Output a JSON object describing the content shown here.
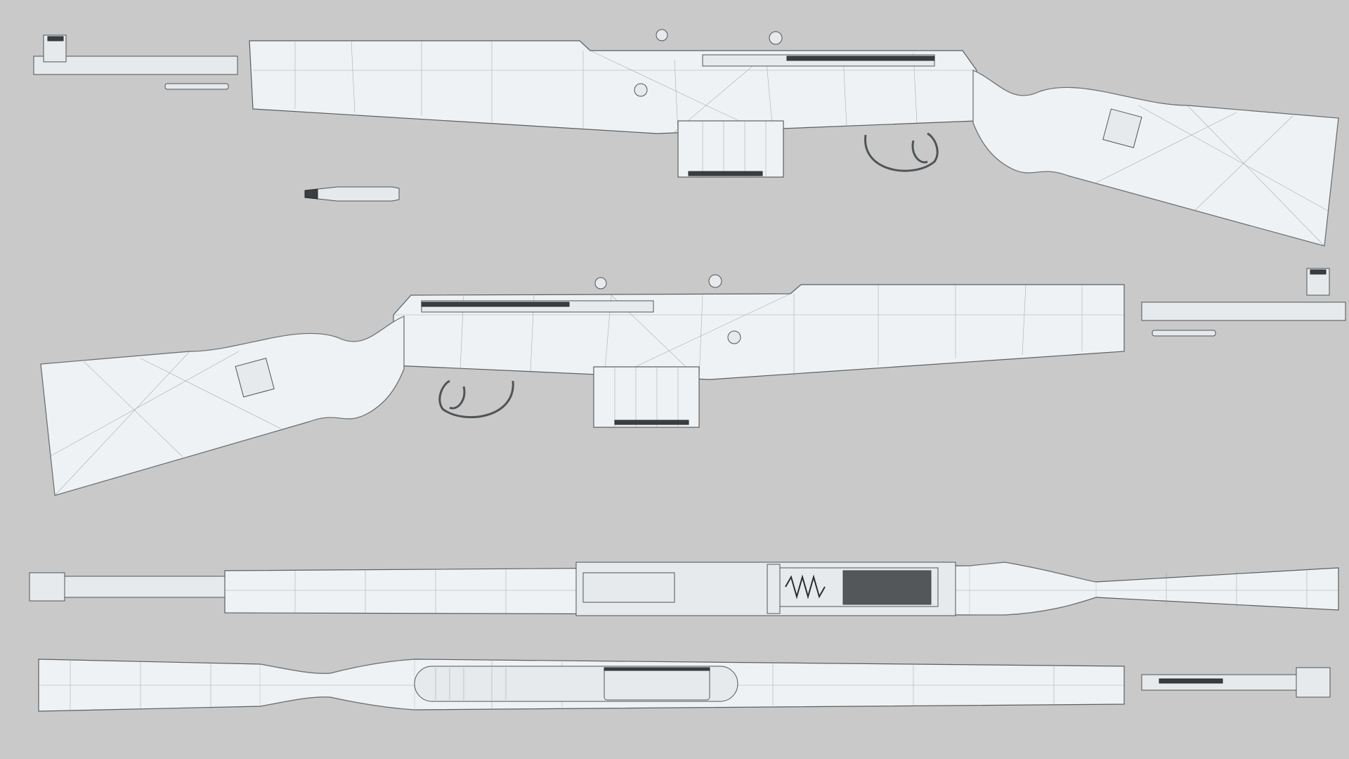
{
  "scene": {
    "background": "#c9c9c9",
    "model_fill": "#eef2f4",
    "wire_color": "#8b9196",
    "views": [
      {
        "id": "left-side"
      },
      {
        "id": "right-side"
      },
      {
        "id": "top"
      },
      {
        "id": "bottom"
      }
    ],
    "props": [
      {
        "id": "cartridge"
      }
    ]
  }
}
